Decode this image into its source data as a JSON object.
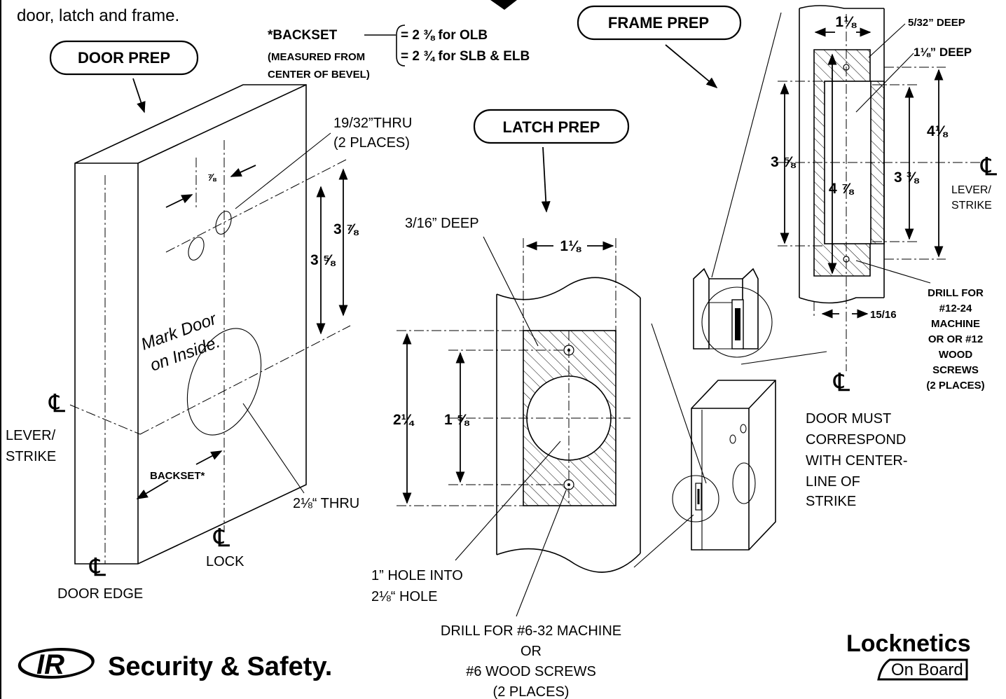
{
  "intro_text": "door, latch and frame.",
  "backset_note": {
    "label": "*BACKSET",
    "olb": "= 2 ⅜ for OLB",
    "slb": "= 2 ¾ for SLB & ELB",
    "measured_line1": "(MEASURED FROM",
    "measured_line2": "CENTER OF BEVEL)"
  },
  "door_prep": {
    "title": "DOOR PREP",
    "thru_small_line1": "19/32”THRU",
    "thru_small_line2": "(2 PLACES)",
    "dim_7_8": "⅞",
    "dim_3_7_8": "3 ⅞",
    "dim_3_5_8": "3 ⅝",
    "mark_line1": "Mark Door",
    "mark_line2": "on Inside.",
    "cl_lever_symbol": "℄",
    "lever_strike_line1": "LEVER/",
    "lever_strike_line2": "STRIKE",
    "backset_label": "BACKSET*",
    "thru_large": "2⅛“ THRU",
    "cl_lock_symbol": "℄",
    "lock_label": "LOCK",
    "cl_edge_symbol": "℄",
    "door_edge_label": "DOOR EDGE"
  },
  "latch_prep": {
    "title": "LATCH PREP",
    "deep_label": "3/16” DEEP",
    "dim_width": "1⅛",
    "dim_height": "2¼",
    "dim_screws": "1 ⅝",
    "hole_note_line1": "1” HOLE INTO",
    "hole_note_line2": "2⅛“ HOLE",
    "drill_line1": "DRILL FOR #6-32 MACHINE",
    "drill_line2": "OR",
    "drill_line3": "#6 WOOD SCREWS",
    "drill_line4": "(2 PLACES)"
  },
  "frame_prep": {
    "title": "FRAME PREP",
    "dim_width": "1⅛",
    "deep_small": "5/32” DEEP",
    "deep_large": "1⅛” DEEP",
    "dim_4_1_8": "4⅛",
    "dim_3_5_8": "3 ⅝",
    "dim_4_7_8": "4 ⅞",
    "dim_3_3_8": "3 ⅜",
    "cl_symbol": "℄",
    "lever_strike_line1": "LEVER/",
    "lever_strike_line2": "STRIKE",
    "dim_15_16": "15/16",
    "drill_line1": "DRILL FOR",
    "drill_line2": "#12-24",
    "drill_line3": "MACHINE",
    "drill_line4": "OR OR #12",
    "drill_line5": "WOOD",
    "drill_line6": "SCREWS",
    "drill_line7": "(2 PLACES)",
    "cl_bottom_symbol": "℄",
    "must_line1": "DOOR MUST",
    "must_line2": "CORRESPOND",
    "must_line3": "WITH CENTER-",
    "must_line4": "LINE OF",
    "must_line5": "STRIKE"
  },
  "logos": {
    "ir_mark": "IR",
    "ir_text": "Security & Safety.",
    "locknetics_line1": "Locknetics",
    "locknetics_line2": "On Board"
  }
}
